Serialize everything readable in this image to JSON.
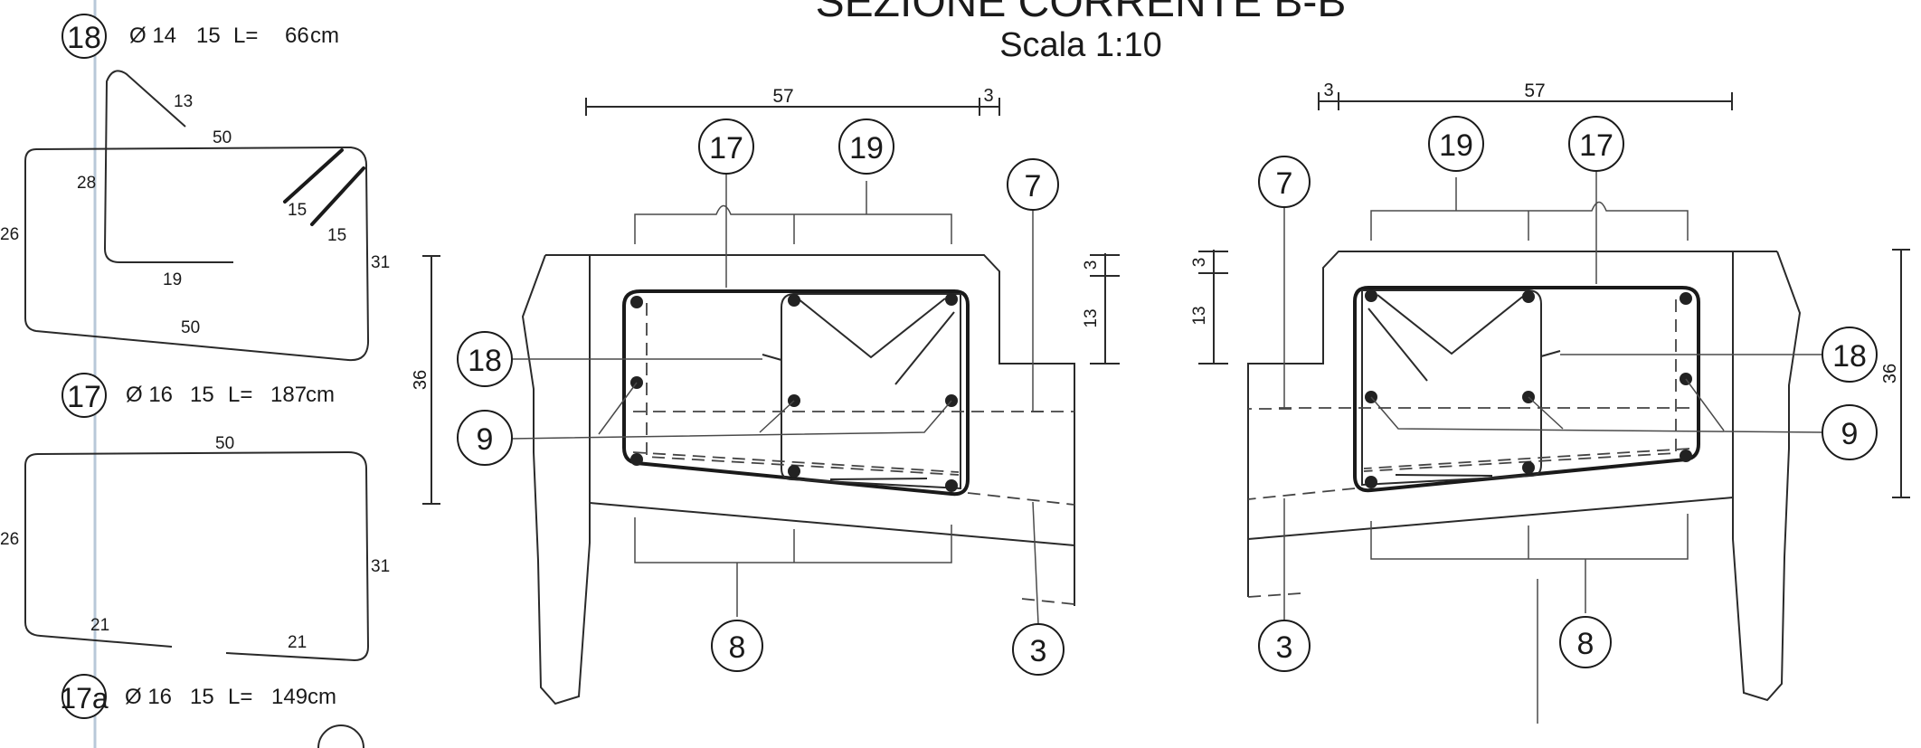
{
  "title": {
    "main": "SEZIONE CORRENTE B-B",
    "scale": "Scala 1:10"
  },
  "schedule": [
    {
      "mark": "18",
      "spec": {
        "phi": "Ø 14",
        "count": "15",
        "len_label": "L=",
        "len_value": "66",
        "unit": "cm"
      },
      "dims": [
        "13",
        "50",
        "28",
        "26",
        "15",
        "15",
        "31",
        "19",
        "50"
      ]
    },
    {
      "mark": "17",
      "spec": {
        "phi": "Ø 16",
        "count": "15",
        "len_label": "L=",
        "len_value": "187",
        "unit": "cm"
      },
      "dims": [
        "50",
        "26",
        "31",
        "21",
        "21"
      ]
    },
    {
      "mark": "17a",
      "spec": {
        "phi": "Ø 16",
        "count": "15",
        "len_label": "L=",
        "len_value": "149",
        "unit": "cm"
      }
    }
  ],
  "sections": {
    "left": {
      "top_dims": [
        "57",
        "3"
      ],
      "height_dim": "36",
      "side_dims": [
        "3",
        "13"
      ],
      "callouts": [
        "17",
        "19",
        "7",
        "18",
        "9",
        "8",
        "3"
      ]
    },
    "right": {
      "top_dims": [
        "3",
        "57"
      ],
      "height_dim": "36",
      "side_dims": [
        "3",
        "13"
      ],
      "callouts": [
        "19",
        "17",
        "7",
        "18",
        "9",
        "3",
        "8"
      ]
    }
  }
}
